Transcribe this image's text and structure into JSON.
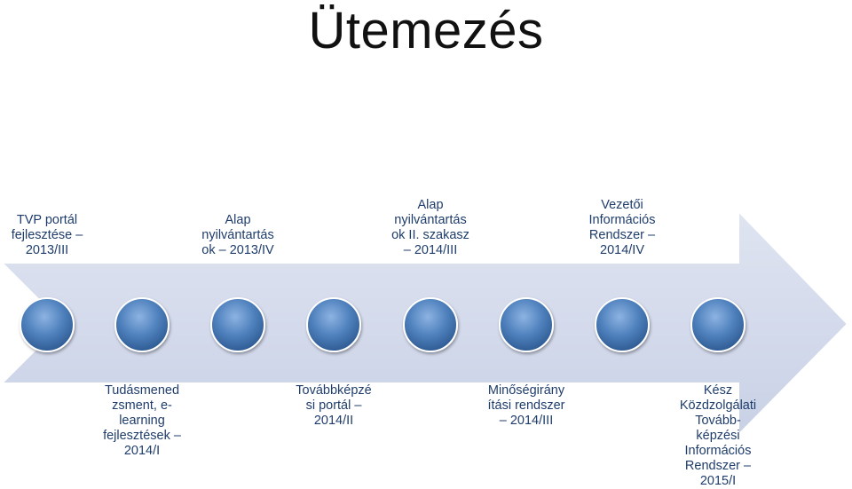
{
  "title": "Ütemezés",
  "colors": {
    "arrow_fill": "#d3d9ea",
    "arrow_stroke": "#ffffff",
    "circle_fill": "#4f81bd",
    "text": "#1f3d6b"
  },
  "milestones_top": [
    {
      "lines": [
        "TVP portál",
        "fejlesztése –",
        "2013/III"
      ]
    },
    {
      "lines": [
        "Alap",
        "nyilvántartás",
        "ok – 2013/IV"
      ]
    },
    {
      "lines": [
        "Alap",
        "nyilvántartás",
        "ok II. szakasz",
        "– 2014/III"
      ]
    },
    {
      "lines": [
        "Vezetői",
        "Információs",
        "Rendszer –",
        "2014/IV"
      ]
    }
  ],
  "milestones_bottom": [
    {
      "lines": [
        "Tudásmened",
        "zsment, e-",
        "learning",
        "fejlesztések –",
        "2014/I"
      ]
    },
    {
      "lines": [
        "Továbbképzé",
        "si portál –",
        "2014/II"
      ]
    },
    {
      "lines": [
        "Minőségirány",
        "ítási rendszer",
        "– 2014/III"
      ]
    },
    {
      "lines": [
        "Kész",
        "Közdzolgálati",
        "Tovább-",
        "képzési",
        "Információs",
        "Rendszer –",
        "2015/I"
      ]
    }
  ]
}
